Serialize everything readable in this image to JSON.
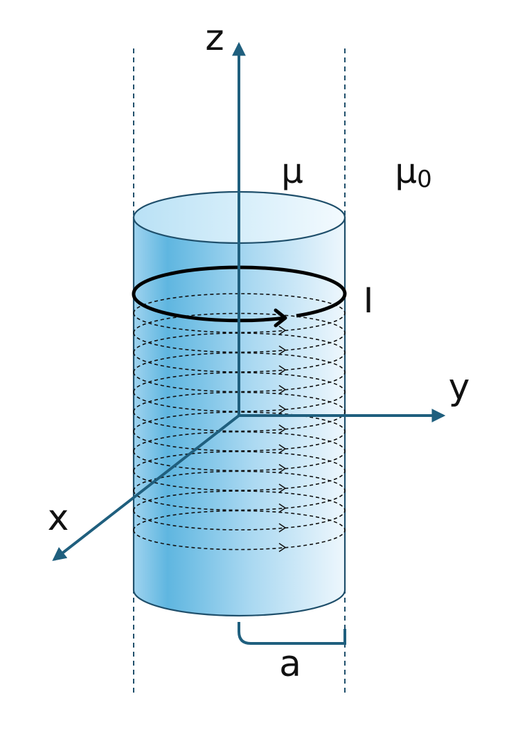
{
  "labels": {
    "z_axis": "z",
    "y_axis": "y",
    "x_axis": "x",
    "mu_inside": "μ",
    "mu_outside": "μ",
    "mu_outside_sub": "0",
    "current": "I",
    "radius": "a"
  },
  "colors": {
    "axis": "#1f5f7e",
    "cylinder_dark": "#5fb6e0",
    "cylinder_light": "#eef7fd",
    "cylinder_edge": "#1f4f6b",
    "dashed_boundary": "#1f4f6b",
    "coil": "#111111",
    "current_loop": "#000000"
  },
  "coil": {
    "dashed_turns": 12
  }
}
